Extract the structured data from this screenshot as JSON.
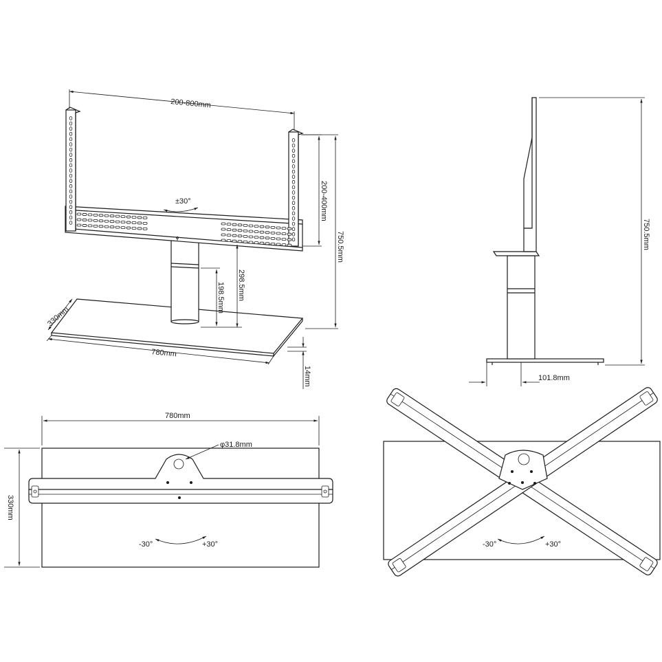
{
  "front_view": {
    "width_range": "200-800mm",
    "height_range": "200-400mm",
    "rotation": "±30°",
    "total_height": "750.5mm",
    "column_height": "298.5mm",
    "adjust_height": "198.5mm",
    "base_depth": "330mm",
    "base_width": "780mm",
    "base_thickness": "14mm"
  },
  "side_view": {
    "total_height": "750.5mm",
    "offset": "101.8mm"
  },
  "top_view": {
    "width": "780mm",
    "depth": "330mm",
    "diameter": "φ31.8mm",
    "rot_left": "-30°",
    "rot_right": "+30°"
  },
  "cross_view": {
    "rot_left": "-30°",
    "rot_right": "+30°"
  }
}
